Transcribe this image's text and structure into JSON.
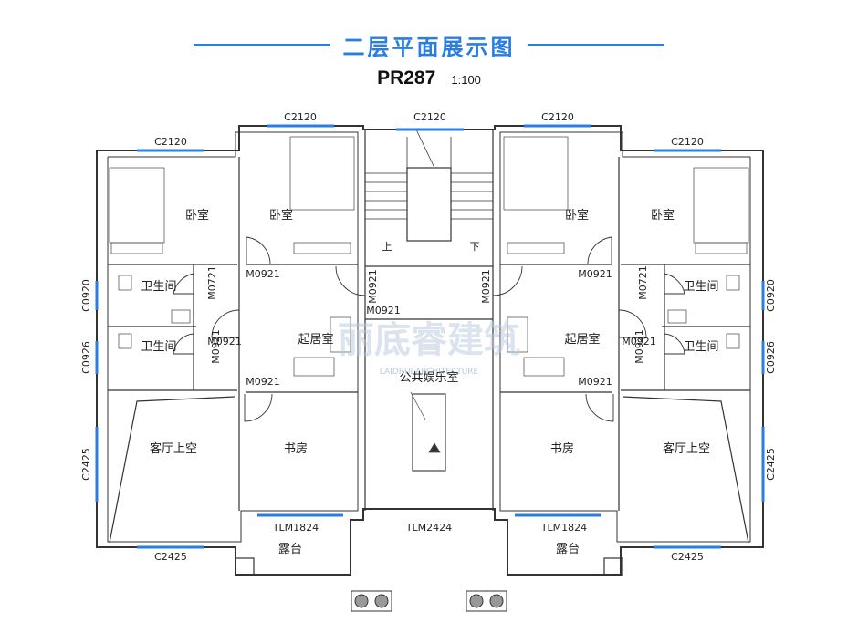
{
  "title": "二层平面展示图",
  "plan_code": "PR287",
  "scale": "1:100",
  "watermark": "丽底睿建筑",
  "watermark_sub": "LAIDRUI ARCHITECTURE",
  "rooms": {
    "bedroom": "卧室",
    "bathroom": "卫生间",
    "living_room": "起居室",
    "living_void": "客厅上空",
    "study": "书房",
    "terrace": "露台",
    "entertainment": "公共娱乐室"
  },
  "stair_labels": {
    "up": "上",
    "down": "下"
  },
  "windows": {
    "c2120": "C2120",
    "c2425": "C2425",
    "c0920": "C0920",
    "c0926": "C0926",
    "tlm1824": "TLM1824",
    "tlm2424": "TLM2424"
  },
  "doors": {
    "m0921": "M0921",
    "m0721": "M0721"
  },
  "colors": {
    "accent": "#2a7de1",
    "wall": "#333333",
    "watermark": "#b9c9de"
  }
}
